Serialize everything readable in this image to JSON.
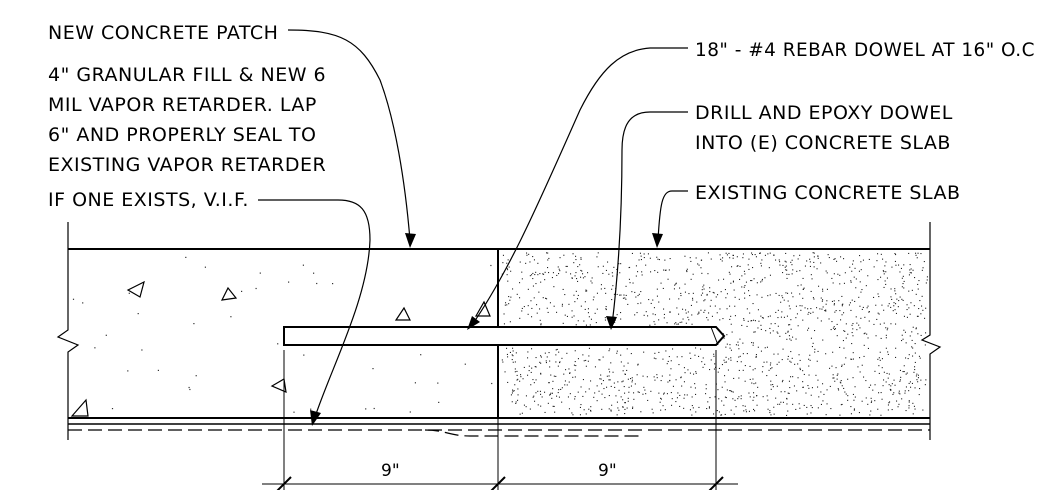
{
  "notes": {
    "new_patch": "NEW CONCRETE PATCH",
    "granular_fill": [
      "4\" GRANULAR FILL & NEW 6",
      "MIL VAPOR RETARDER. LAP",
      "6\" AND PROPERLY SEAL TO",
      "EXISTING VAPOR RETARDER",
      "IF ONE EXISTS, V.I.F."
    ],
    "rebar_dowel": "18\" - #4 REBAR DOWEL AT 16\" O.C",
    "drill_epoxy": [
      "DRILL AND EPOXY DOWEL",
      "INTO (E) CONCRETE SLAB"
    ],
    "existing_slab": "EXISTING CONCRETE SLAB"
  },
  "dimensions": {
    "left": "9\"",
    "right": "9\""
  }
}
